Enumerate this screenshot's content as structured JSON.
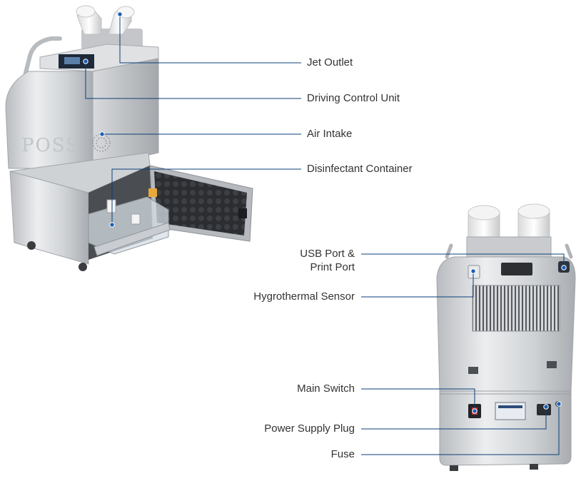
{
  "colors": {
    "leader_line": "#0b3f7a",
    "marker_dot": "#1a5fb4",
    "label_text": "#333333",
    "steel_light": "#e6e7e9",
    "steel_mid": "#c9cbce",
    "steel_dark": "#9a9da2",
    "foam": "#2f3136"
  },
  "front_view": {
    "brand_mark": "POSS",
    "callouts": [
      {
        "id": "jet-outlet",
        "label": "Jet Outlet"
      },
      {
        "id": "driving-control-unit",
        "label": "Driving Control Unit"
      },
      {
        "id": "air-intake",
        "label": "Air Intake"
      },
      {
        "id": "disinfectant-container",
        "label": "Disinfectant Container"
      }
    ]
  },
  "rear_view": {
    "callouts": [
      {
        "id": "usb-port",
        "label_line1": "USB Port &",
        "label_line2": "Print Port"
      },
      {
        "id": "hygrothermal-sensor",
        "label": "Hygrothermal Sensor"
      },
      {
        "id": "main-switch",
        "label": "Main Switch"
      },
      {
        "id": "power-supply-plug",
        "label": "Power Supply Plug"
      },
      {
        "id": "fuse",
        "label": "Fuse"
      }
    ]
  }
}
